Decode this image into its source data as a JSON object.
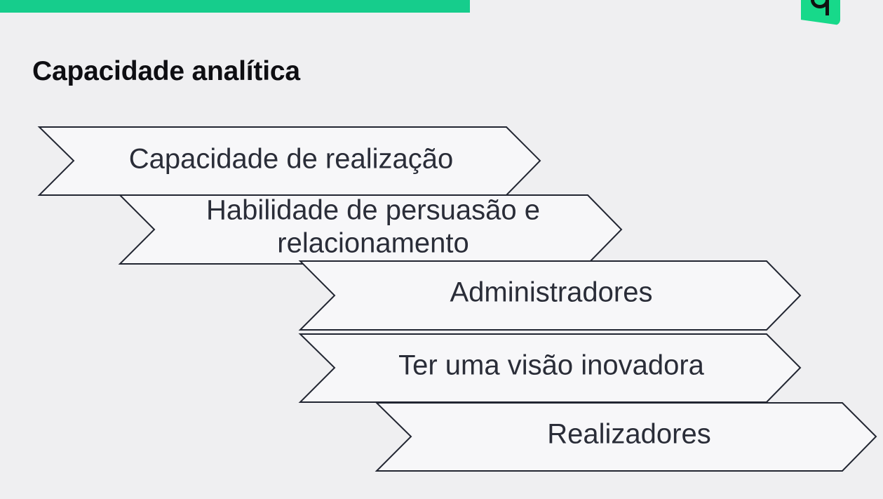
{
  "slide": {
    "title": "Capacidade analítica",
    "accent_color": "#16cd8c",
    "logo_icon": "logo-icon"
  },
  "steps": [
    {
      "label": "Capacidade de realização",
      "line1": "Capacidade de realização",
      "line2": ""
    },
    {
      "label": "Habilidade de persuasão e relacionamento",
      "line1": "Habilidade de persuasão e",
      "line2": "relacionamento"
    },
    {
      "label": "Administradores",
      "line1": "Administradores",
      "line2": ""
    },
    {
      "label": "Ter uma visão inovadora",
      "line1": "Ter uma visão inovadora",
      "line2": ""
    },
    {
      "label": "Realizadores",
      "line1": "Realizadores",
      "line2": ""
    }
  ]
}
